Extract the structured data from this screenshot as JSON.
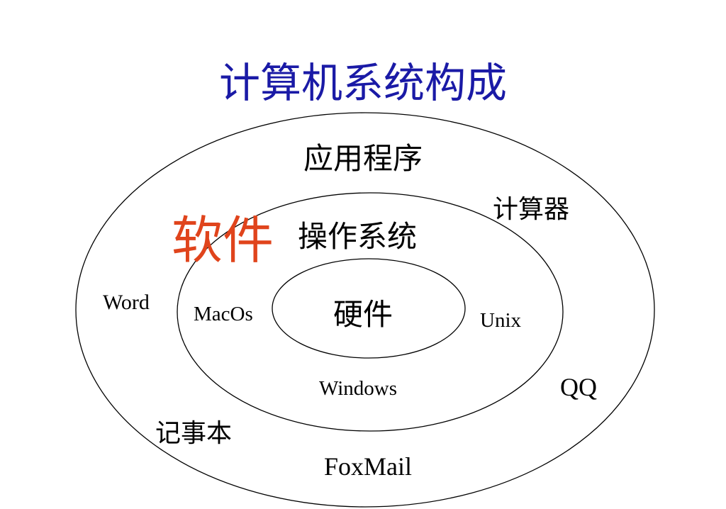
{
  "title": "计算机系统构成",
  "rings": {
    "outer": "应用程序",
    "middle": "操作系统",
    "inner": "硬件"
  },
  "software_label": "软件",
  "applications": {
    "calculator": "计算器",
    "word": "Word",
    "qq": "QQ",
    "notepad": "记事本",
    "foxmail": "FoxMail"
  },
  "operating_systems": {
    "macos": "MacOs",
    "unix": "Unix",
    "windows": "Windows"
  },
  "colors": {
    "title": "#1a1aa6",
    "software": "#e0441c",
    "lines": "#000000"
  }
}
